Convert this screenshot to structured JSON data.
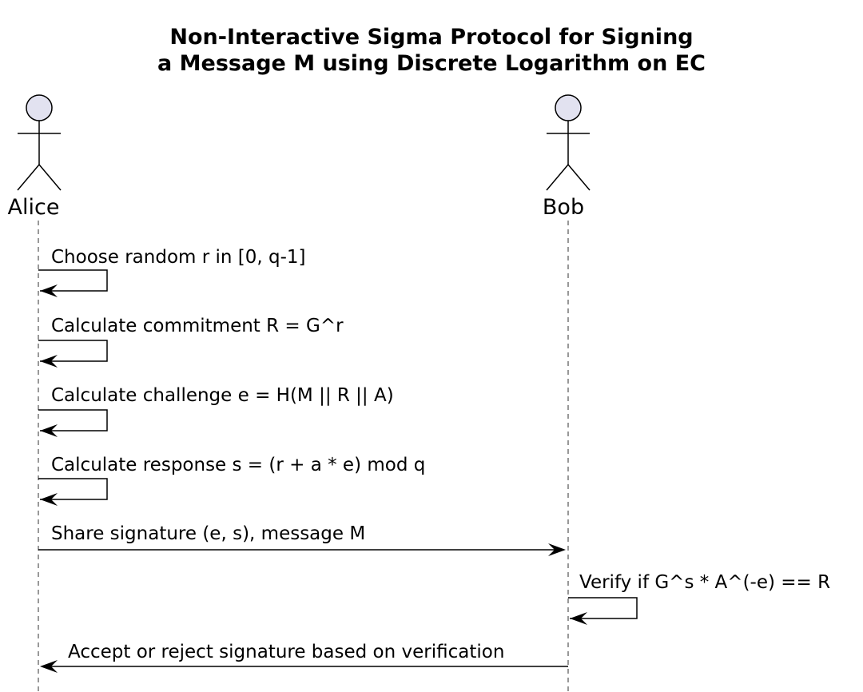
{
  "title": {
    "line1": "Non-Interactive Sigma Protocol for Signing",
    "line2": "a Message M using Discrete Logarithm on EC"
  },
  "actors": [
    {
      "id": "alice",
      "name": "Alice"
    },
    {
      "id": "bob",
      "name": "Bob"
    }
  ],
  "messages": [
    {
      "from": "alice",
      "to": "alice",
      "text": "Choose random r in [0, q-1]"
    },
    {
      "from": "alice",
      "to": "alice",
      "text": "Calculate commitment R = G^r"
    },
    {
      "from": "alice",
      "to": "alice",
      "text": "Calculate challenge e = H(M || R || A)"
    },
    {
      "from": "alice",
      "to": "alice",
      "text": "Calculate response s = (r + a * e) mod q"
    },
    {
      "from": "alice",
      "to": "bob",
      "text": "Share signature (e, s), message M"
    },
    {
      "from": "bob",
      "to": "bob",
      "text": "Verify if G^s * A^(-e) == R"
    },
    {
      "from": "bob",
      "to": "alice",
      "text": "Accept or reject signature based on verification"
    }
  ],
  "colors": {
    "actor_fill": "#e2e2f0",
    "line": "#000000",
    "lifeline": "#555555"
  }
}
